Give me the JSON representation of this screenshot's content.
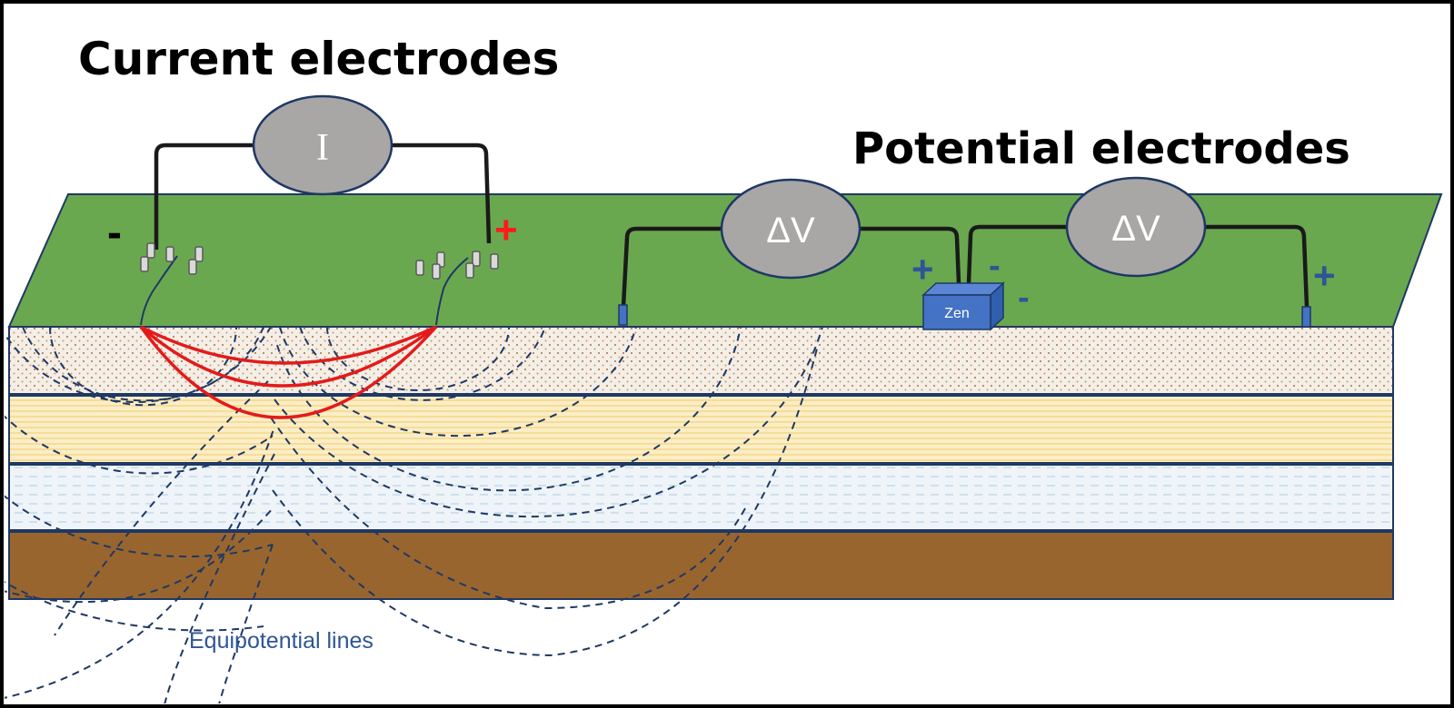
{
  "diagram": {
    "title_current": "Current electrodes",
    "title_potential": "Potential electrodes",
    "current_meter_label": "I",
    "voltage_meter_label": "ΔV",
    "device_label": "Zen",
    "equipotential_caption": "Equipotential lines",
    "minus_sign": "-",
    "plus_sign": "+"
  },
  "colors": {
    "ground_surface": "#6aa84f",
    "meter_fill": "#a9a6a6",
    "meter_stroke": "#1f3864",
    "current_lines": "#e31b1b",
    "equipotential_lines": "#1f3864",
    "device_fill": "#4472c4",
    "topsoil_layer": "#f4efe6",
    "sand_layer": "#fbeec6",
    "water_layer": "#eef4f8",
    "bedrock_layer": "#99652f",
    "plus_red": "#ff1a1a",
    "potential_sign": "#2f5597"
  }
}
